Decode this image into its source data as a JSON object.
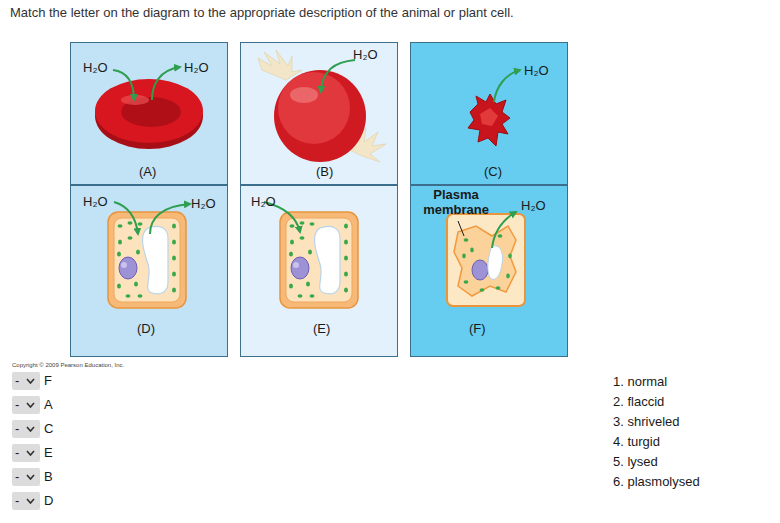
{
  "diagram": {
    "title": "Match the letter on the diagram to the appropriate description of the animal or plant cell.",
    "nodes": [
      {
        "text": [
          "H₂O",
          "H₂O",
          "(A)"
        ]
      },
      {
        "text": [
          "H₂O",
          "(B)"
        ]
      },
      {
        "text": [
          "H₂O",
          "(C)"
        ]
      },
      {
        "text": [
          "H₂O",
          "H₂O",
          "(D)"
        ]
      },
      {
        "text": [
          "H₂O",
          "(E)"
        ]
      },
      {
        "text": [
          "Plasma membrane",
          "H₂O",
          "(F)"
        ]
      }
    ],
    "labels": [
      "Copyright © 2009 Pearson Education, Inc.",
      "-",
      "-",
      "-",
      "-",
      "-",
      "-",
      "F",
      "A",
      "C",
      "E",
      "B",
      "D",
      "1. normal",
      "2. flaccid",
      "3. shriveled",
      "4. turgid",
      "5. lysed",
      "6. plasmolysed"
    ]
  }
}
